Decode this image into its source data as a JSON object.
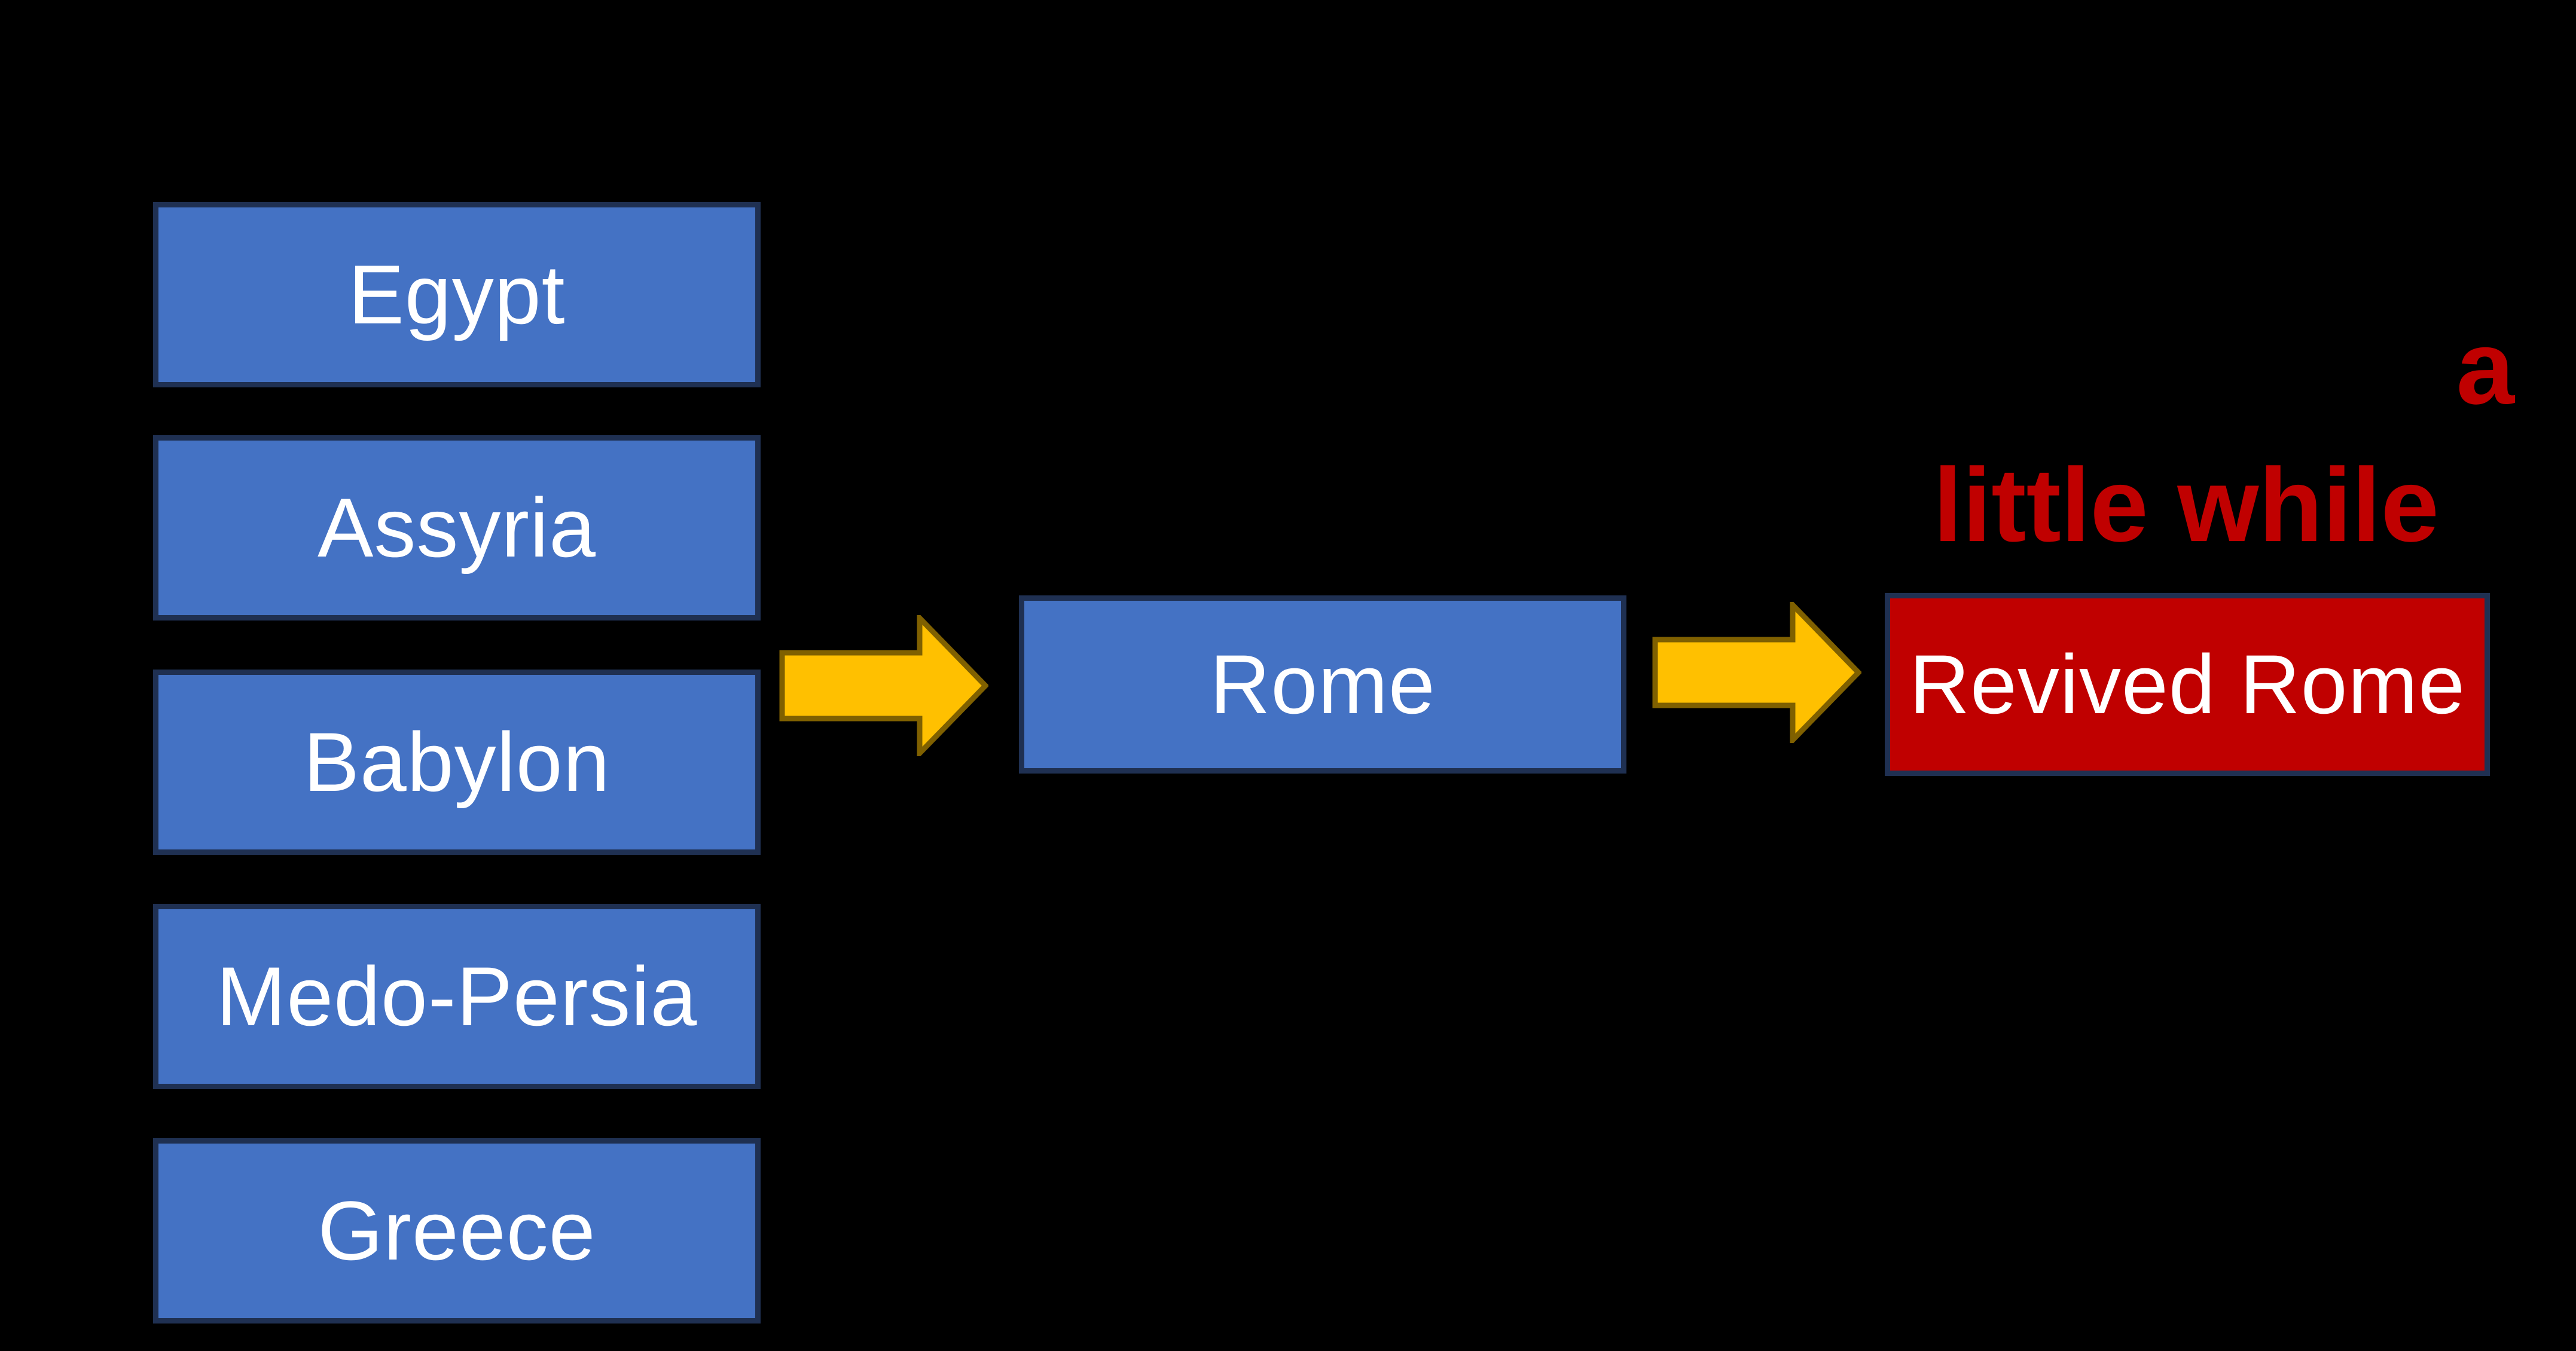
{
  "diagram": {
    "description": "Succession of world empires flow diagram on black background",
    "background_color": "#000000",
    "colors": {
      "kingdom_box_fill": "#4472C4",
      "kingdom_box_border": "#1f3052",
      "revived_box_fill": "#C00000",
      "revived_box_border": "#1f3052",
      "arrow_fill": "#FFC000",
      "arrow_outline": "#7F6000",
      "box_text": "#ffffff",
      "annotation_text": "#C00000"
    },
    "kingdoms": [
      {
        "label": "Egypt"
      },
      {
        "label": "Assyria"
      },
      {
        "label": "Babylon"
      },
      {
        "label": "Medo-Persia"
      },
      {
        "label": "Greece"
      }
    ],
    "rome": {
      "label": "Rome"
    },
    "revived_rome": {
      "label": "Revived Rome"
    },
    "annotation": {
      "line1": "a",
      "line2": "little while"
    },
    "arrows": [
      {
        "name": "kingdoms-to-rome",
        "direction": "right"
      },
      {
        "name": "rome-to-revived-rome",
        "direction": "right"
      }
    ]
  }
}
